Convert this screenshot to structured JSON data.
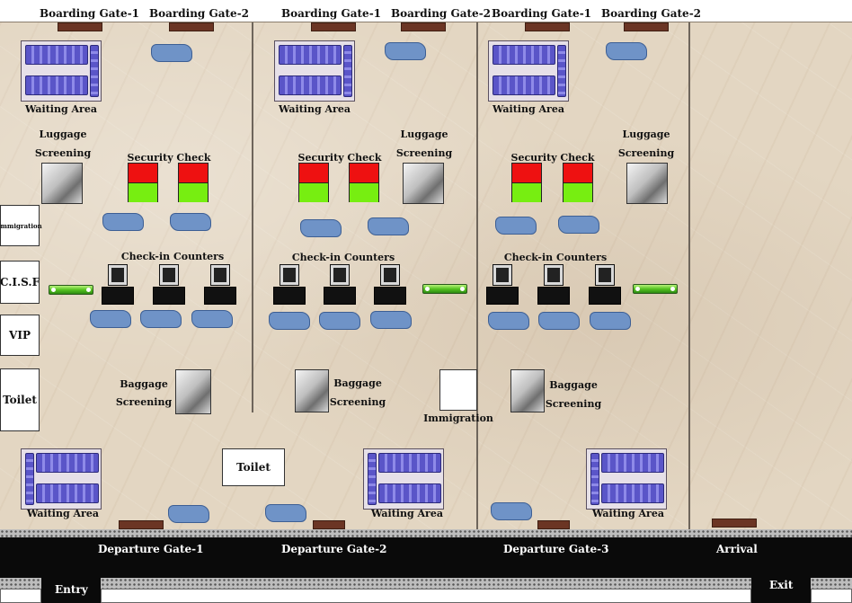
{
  "boarding_gates": {
    "gate1": "Boarding Gate-1",
    "gate2": "Boarding Gate-2"
  },
  "areas": {
    "waiting": "Waiting Area",
    "luggage_line1": "Luggage",
    "luggage_line2": "Screening",
    "security": "Security Check",
    "checkin": "Check-in Counters",
    "baggage_line1": "Baggage",
    "baggage_line2": "Screening",
    "immigration": "Immigration"
  },
  "rooms": {
    "immigration_small": "Immigration",
    "cisf": "C.I.S.F",
    "vip": "VIP",
    "toilet": "Toilet"
  },
  "departure_gates": {
    "gate1": "Departure Gate-1",
    "gate2": "Departure Gate-2",
    "gate3": "Departure Gate-3",
    "arrival": "Arrival"
  },
  "footer": {
    "entry": "Entry",
    "exit": "Exit"
  },
  "colors": {
    "floor": "#e3d6c2",
    "person": "#6f93c7",
    "security_red": "#ee1111",
    "security_green": "#77ee11",
    "seat_blue": "#5a55c8",
    "door": "#6b3524"
  },
  "icons": {
    "scanner": "luggage-scanner-icon",
    "person": "passenger-icon",
    "seat": "seat-block-icon",
    "counter": "checkin-counter-icon",
    "booth": "security-booth-icon"
  }
}
